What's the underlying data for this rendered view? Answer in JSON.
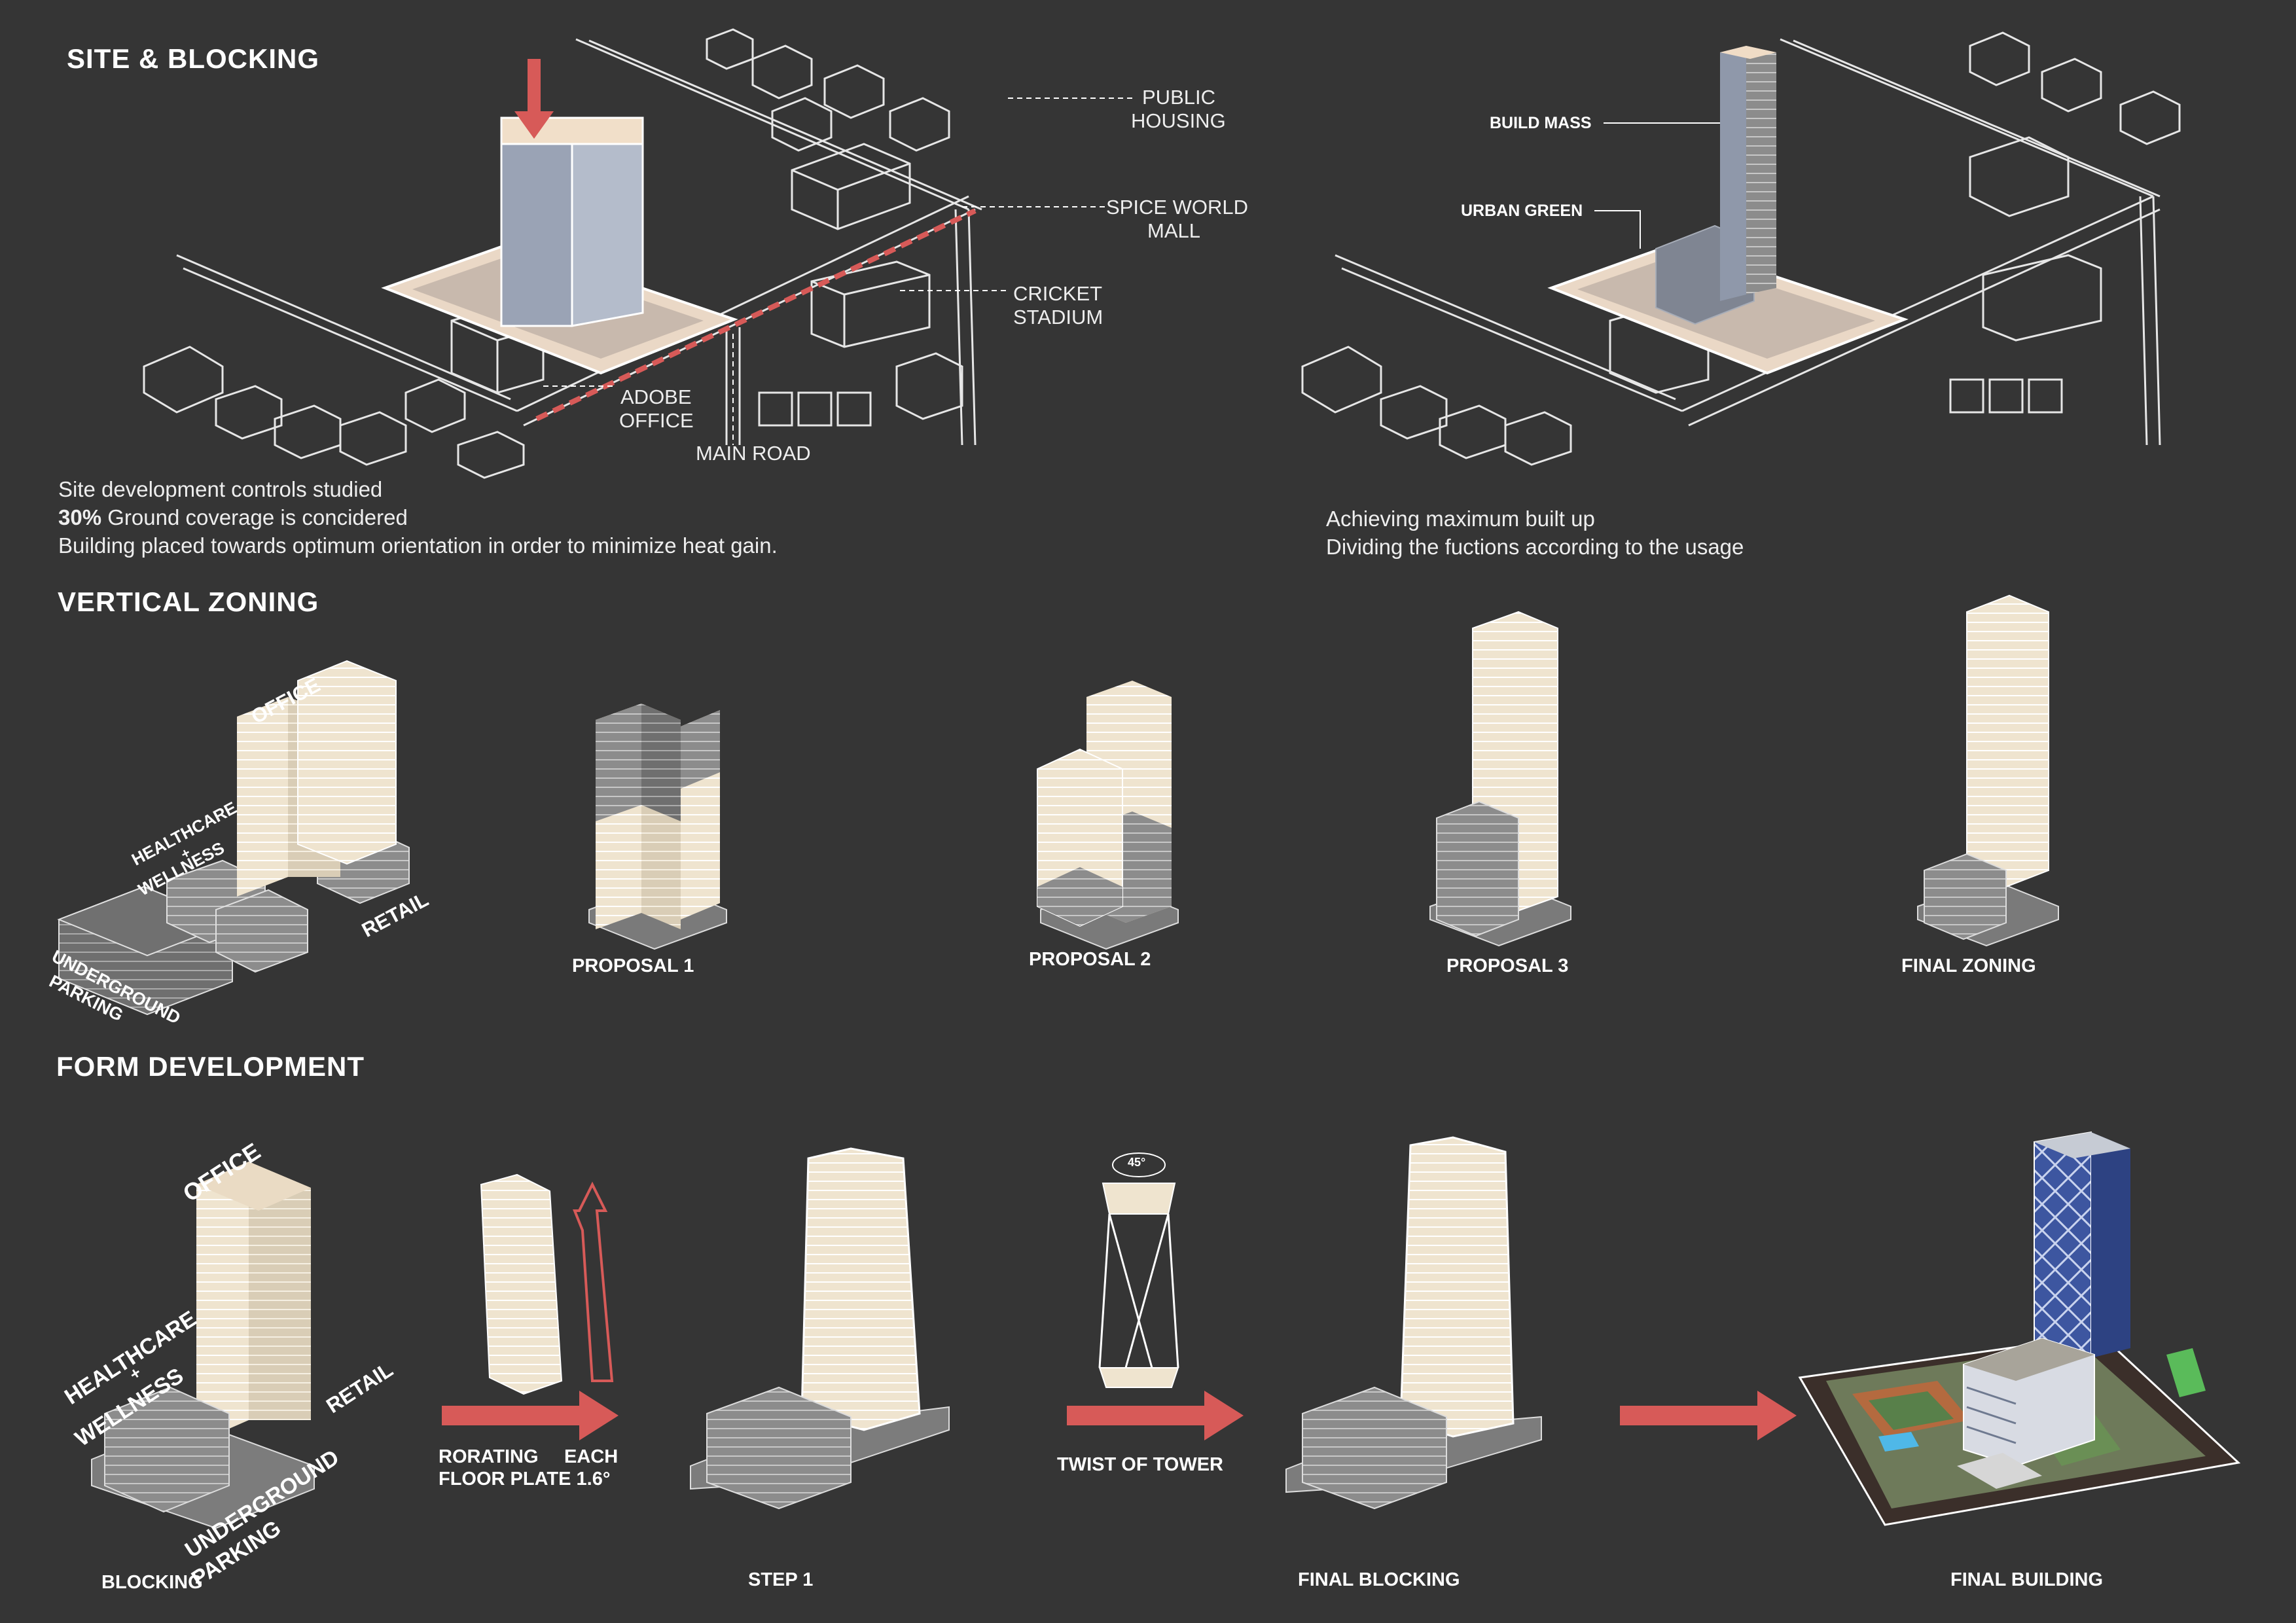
{
  "colors": {
    "background": "#353535",
    "linework": "#e6e6e6",
    "accent_red": "#d75a58",
    "cream": "#efe4cf",
    "grey_mass": "#8a8a8a",
    "facade_blue": "#3d56a0"
  },
  "sections": {
    "site": {
      "title": "SITE & BLOCKING"
    },
    "zoning": {
      "title": "VERTICAL ZONING"
    },
    "form": {
      "title": "FORM DEVELOPMENT"
    }
  },
  "site_left": {
    "labels": {
      "public_housing_1": "PUBLIC",
      "public_housing_2": "HOUSING",
      "spice_mall_1": "SPICE WORLD",
      "spice_mall_2": "MALL",
      "cricket_1": "CRICKET",
      "cricket_2": "STADIUM",
      "adobe_1": "ADOBE",
      "adobe_2": "OFFICE",
      "main_road": "MAIN ROAD"
    },
    "notes": {
      "line1": "Site development controls studied",
      "line2_bold": "30%",
      "line2_rest": " Ground coverage is concidered",
      "line3": "Building placed towards optimum orientation in order to minimize heat gain."
    }
  },
  "site_right": {
    "labels": {
      "build_mass": "BUILD MASS",
      "urban_green": "URBAN GREEN"
    },
    "notes": {
      "line1": "Achieving maximum built up",
      "line2": "Dividing the fuctions according to the usage"
    }
  },
  "zoning": {
    "labels": {
      "office": "OFFICE",
      "healthcare": "HEALTHCARE",
      "plus": "+",
      "wellness": "WELLNESS",
      "retail": "RETAIL",
      "underground": "UNDERGROUND",
      "parking": "PARKING"
    },
    "captions": {
      "p1": "PROPOSAL 1",
      "p2": "PROPOSAL 2",
      "p3": "PROPOSAL 3",
      "final": "FINAL ZONING"
    }
  },
  "form": {
    "labels": {
      "office": "OFFICE",
      "healthcare": "HEALTHCARE",
      "plus": "+",
      "wellness": "WELLNESS",
      "retail": "RETAIL",
      "underground": "UNDERGROUND",
      "parking": "PARKING",
      "rotating_1a": "RORATING",
      "rotating_1b": "EACH",
      "rotating_2": "FLOOR PLATE 1.6°",
      "twist": "TWIST OF TOWER",
      "angle": "45°"
    },
    "captions": {
      "blocking": "BLOCKING",
      "step1": "STEP 1",
      "final_blocking": "FINAL BLOCKING",
      "final_building": "FINAL BUILDING"
    }
  }
}
